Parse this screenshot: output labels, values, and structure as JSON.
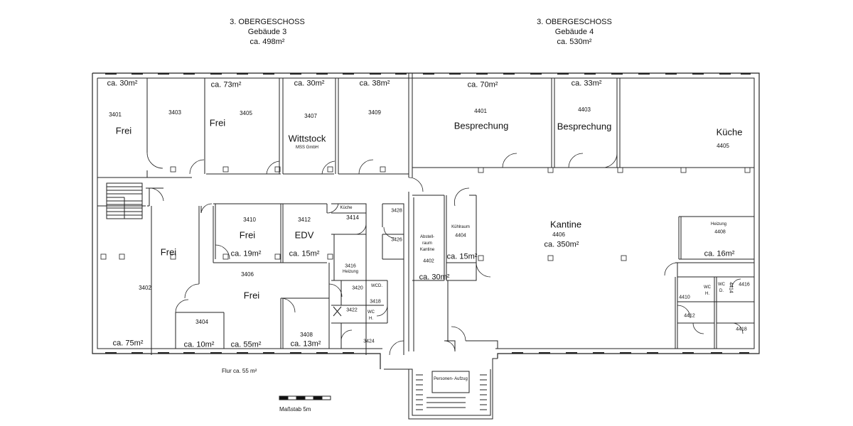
{
  "header": {
    "left": {
      "floor": "3. OBERGESCHOSS",
      "building": "Gebäude 3",
      "area": "ca. 498m²"
    },
    "right": {
      "floor": "3. OBERGESCHOSS",
      "building": "Gebäude 4",
      "area": "ca. 530m²"
    }
  },
  "rooms": {
    "r3401": {
      "area": "ca. 30m²",
      "number": "3401",
      "label": "Frei"
    },
    "r3403": {
      "number": "3403"
    },
    "r3405": {
      "area": "ca. 73m²",
      "number": "3405",
      "label": "Frei"
    },
    "r3407": {
      "area": "ca. 30m²",
      "number": "3407",
      "label": "Wittstock",
      "sublabel": "MSS GmbH"
    },
    "r3409": {
      "area": "ca. 38m²",
      "number": "3409"
    },
    "r4401": {
      "area": "ca. 70m²",
      "number": "4401",
      "label": "Besprechung"
    },
    "r4403": {
      "area": "ca. 33m²",
      "number": "4403",
      "label": "Besprechung"
    },
    "r4405": {
      "number": "4405",
      "label": "Küche"
    },
    "r3402": {
      "area": "ca. 75m²",
      "number": "3402",
      "label": "Frei"
    },
    "r3404": {
      "area": "ca. 10m²",
      "number": "3404"
    },
    "r3406": {
      "area": "ca. 55m²",
      "number": "3406",
      "label": "Frei"
    },
    "r3408": {
      "area": "ca. 13m²",
      "number": "3408"
    },
    "r3410": {
      "area": "ca. 19m²",
      "number": "3410",
      "label": "Frei"
    },
    "r3412": {
      "area": "ca. 15m²",
      "number": "3412",
      "label": "EDV"
    },
    "r3414": {
      "number": "3414",
      "label": "Küche"
    },
    "r3416": {
      "number": "3416",
      "label": "Heizung"
    },
    "r3418": {
      "number": "3418"
    },
    "r3420": {
      "number": "3420",
      "label": "WCD."
    },
    "r3422": {
      "number": "3422",
      "label": "WC H."
    },
    "r3424": {
      "number": "3424"
    },
    "r3426": {
      "number": "3426"
    },
    "r3428": {
      "number": "3428"
    },
    "r4402": {
      "area": "ca. 30m²",
      "number": "4402",
      "label": "Abstell- raum Kantine"
    },
    "r4404": {
      "area": "ca. 15m²",
      "number": "4404",
      "label": "Kühlraum"
    },
    "r4406": {
      "area": "ca. 350m²",
      "number": "4406",
      "label": "Kantine"
    },
    "r4408": {
      "area": "ca. 16m²",
      "number": "4408",
      "label": "Heizung"
    },
    "r4410": {
      "number": "4410"
    },
    "r4412": {
      "number": "4412"
    },
    "r4414": {
      "number": "4414"
    },
    "r4416": {
      "number": "4416"
    },
    "r4418": {
      "number": "4418"
    },
    "wc_h2": {
      "label": "WC H."
    },
    "wc_d2": {
      "label": "WC D."
    }
  },
  "elevator": {
    "label": "Personen- Aufzug"
  },
  "footer": {
    "corridor": "Flur ca. 55 m²",
    "scale": "Maßstab  5m"
  }
}
